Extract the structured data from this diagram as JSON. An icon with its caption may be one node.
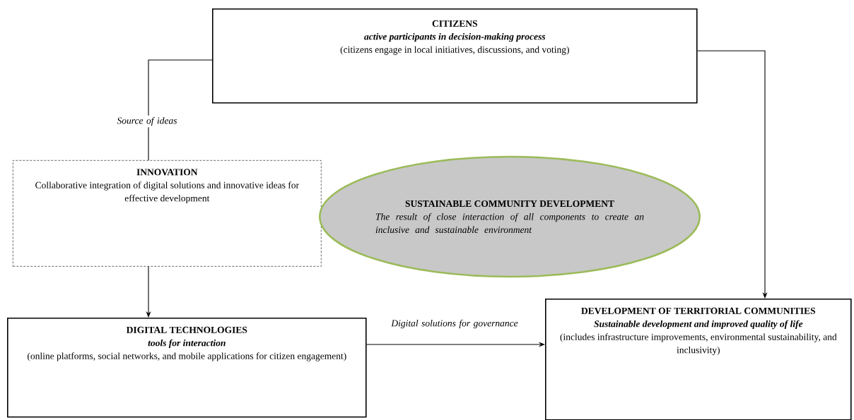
{
  "diagram": {
    "nodes": [
      {
        "text": [
          "CITIZENS",
          "active participants in decision-making process",
          "(citizens engage in local initiatives, discussions, and voting)"
        ]
      },
      {
        "text": [
          "INNOVATION",
          "Collaborative integration of digital solutions and innovative ideas for effective development"
        ]
      },
      {
        "text": [
          "SUSTAINABLE COMMUNITY DEVELOPMENT",
          "The result of close interaction of all components to create an inclusive and sustainable environment"
        ]
      },
      {
        "text": [
          "DIGITAL TECHNOLOGIES",
          "tools for interaction",
          "(online platforms, social networks, and mobile applications for citizen engagement)"
        ]
      },
      {
        "text": [
          "DEVELOPMENT OF TERRITORIAL COMMUNITIES",
          "Sustainable development and improved quality of life",
          "(includes infrastructure improvements, environmental sustainability, and inclusivity)"
        ]
      }
    ],
    "edges": [
      {
        "from": 0,
        "to": 1,
        "arrow": "none",
        "label": "Source of ideas"
      },
      {
        "from": 1,
        "to": 3,
        "arrow": "to"
      },
      {
        "from": 3,
        "to": 4,
        "arrow": "to",
        "label": "Digital solutions for governance"
      },
      {
        "from": 0,
        "to": 4,
        "arrow": "to"
      }
    ]
  }
}
